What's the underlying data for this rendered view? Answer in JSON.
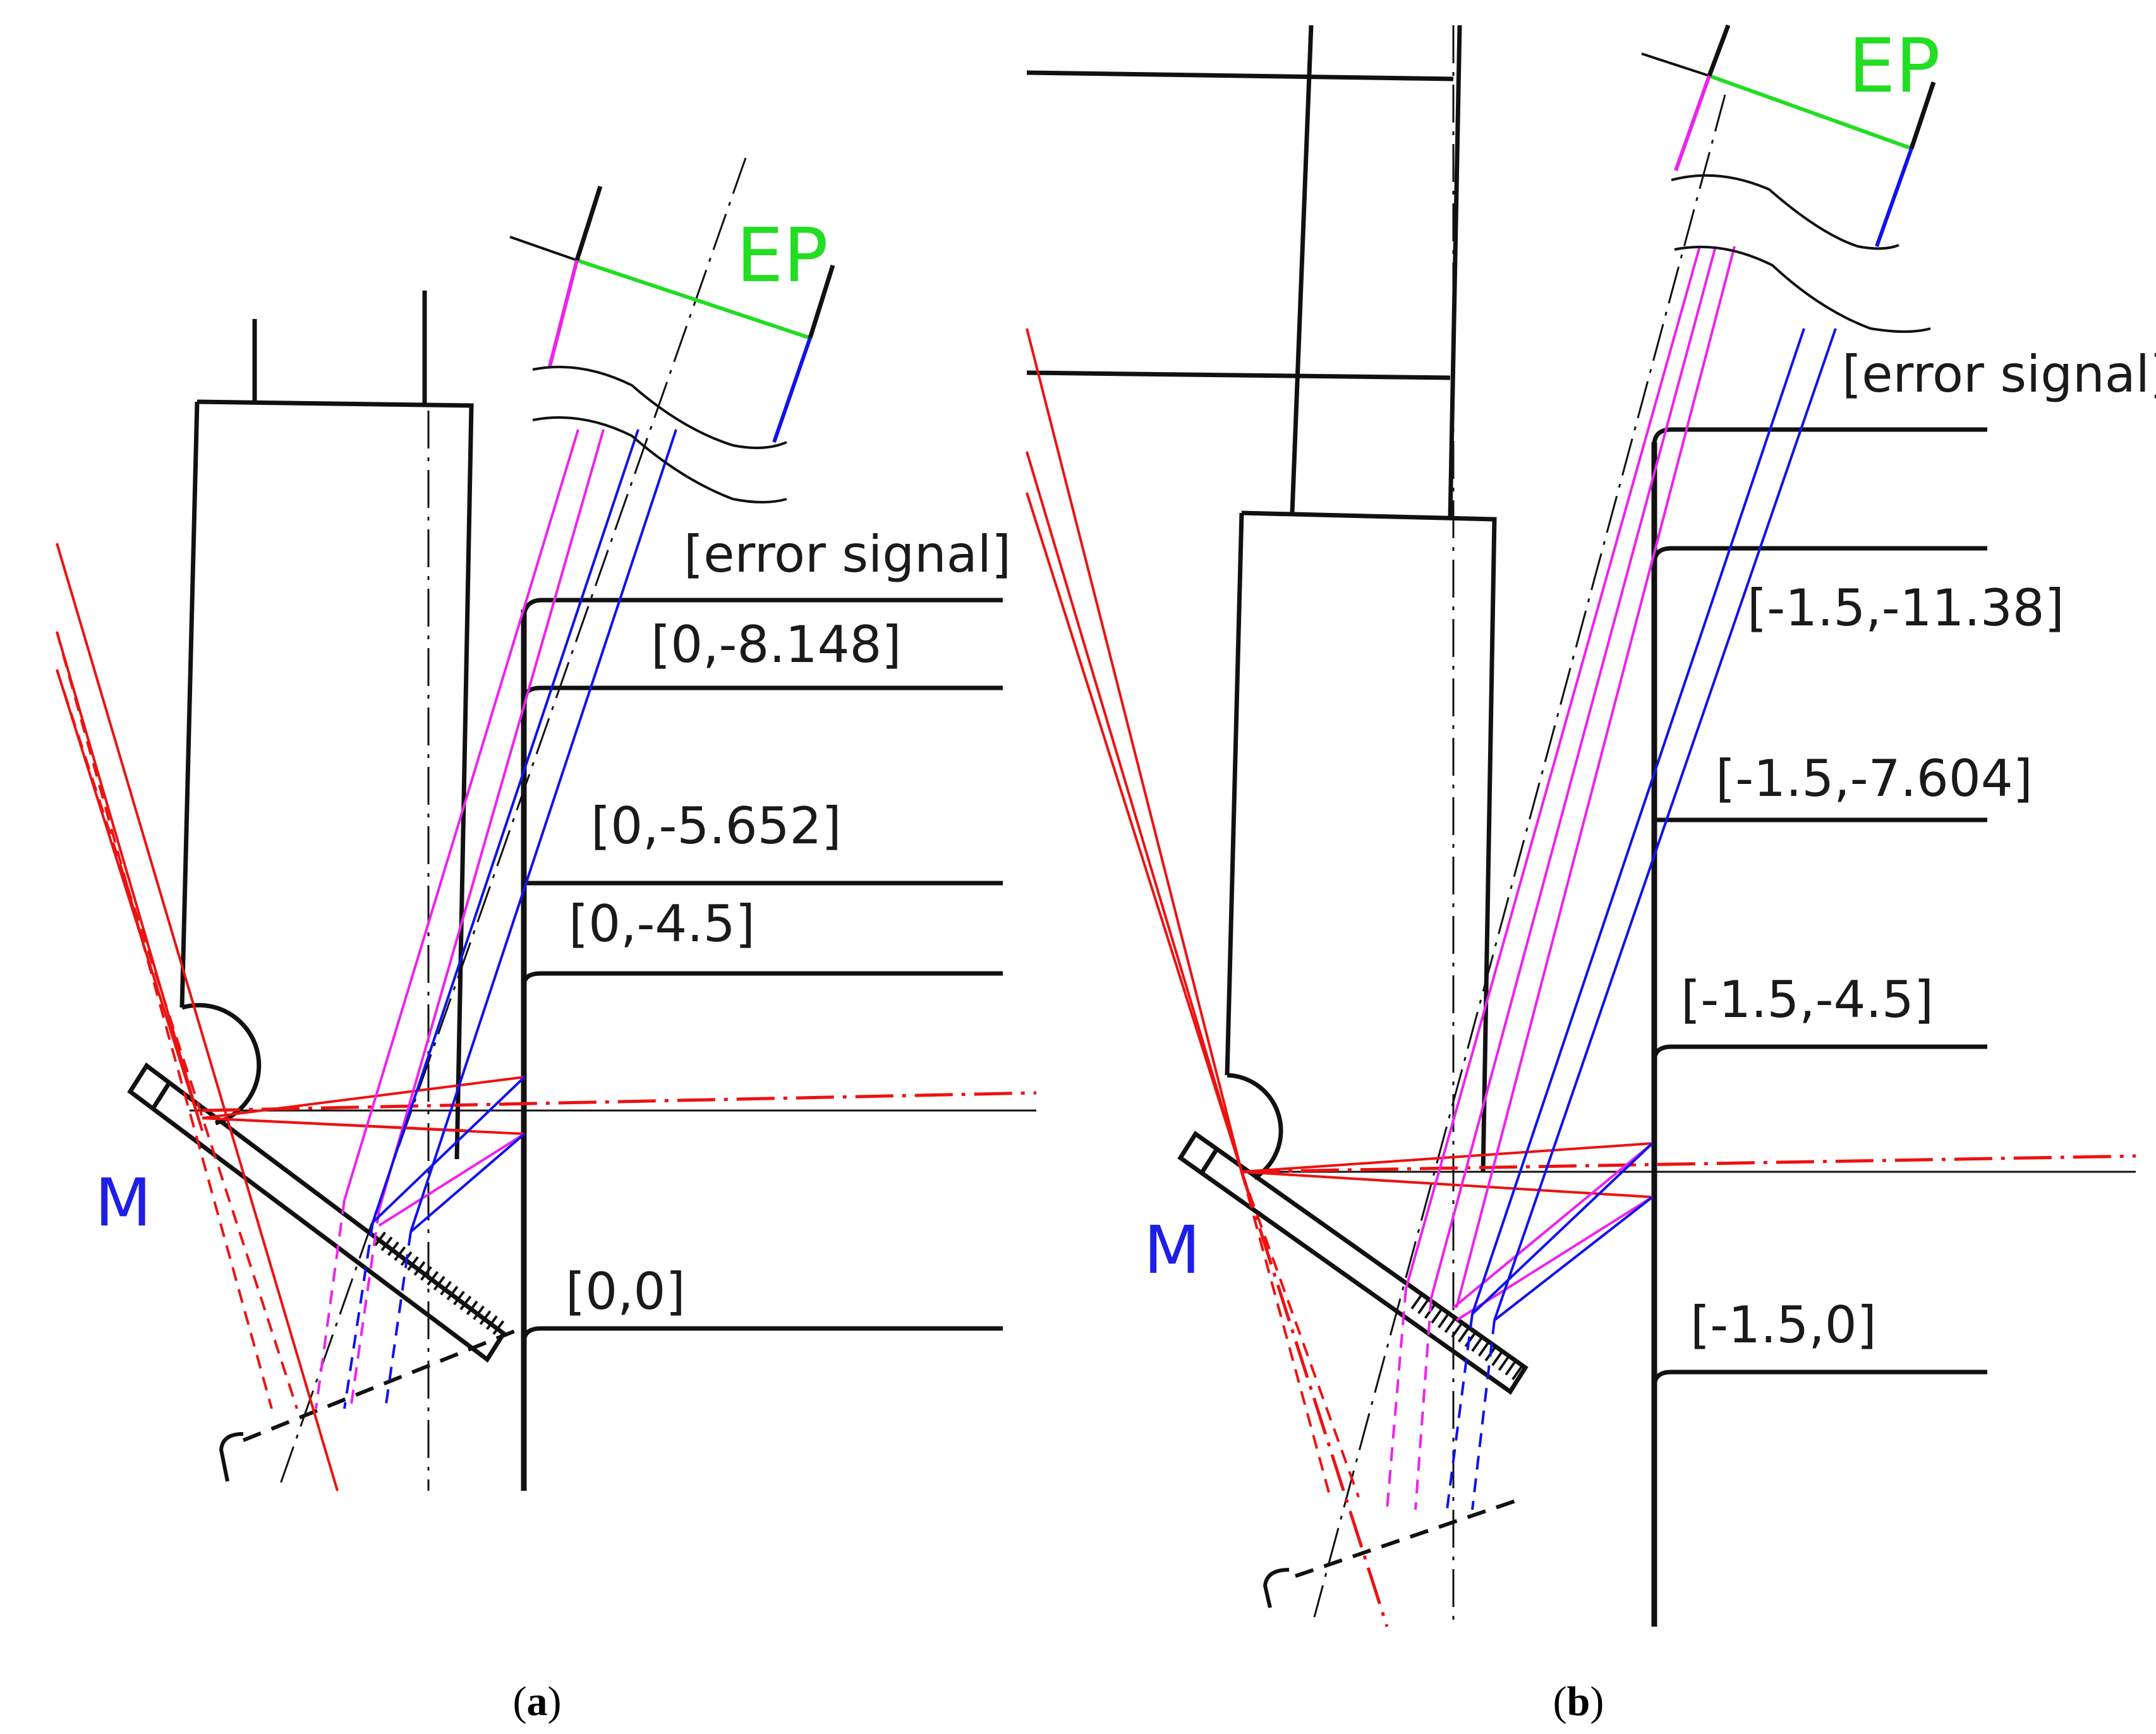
{
  "panels": [
    {
      "id": "a",
      "caption_open": "(",
      "caption_letter": "a",
      "caption_close": ")",
      "ep_label": "EP",
      "mirror_label": "M",
      "signal_header": "[error signal]",
      "levels": [
        "[0,-8.148]",
        "[0,-5.652]",
        "[0,-4.5]",
        "[0,0]"
      ]
    },
    {
      "id": "b",
      "caption_open": "(",
      "caption_letter": "b",
      "caption_close": ")",
      "ep_label": "EP",
      "mirror_label": "M",
      "signal_header": "[error signal]",
      "levels": [
        "[-1.5,-11.38]",
        "[-1.5,-7.604]",
        "[-1.5,-4.5]",
        "[-1.5,0]"
      ]
    }
  ],
  "colors": {
    "outline": "#111111",
    "red_ray": "#ee1111",
    "blue_ray": "#1111ee",
    "magenta_ray": "#ee22ee",
    "ep_line": "#22dd22",
    "label_blue": "#1e1ee8"
  }
}
